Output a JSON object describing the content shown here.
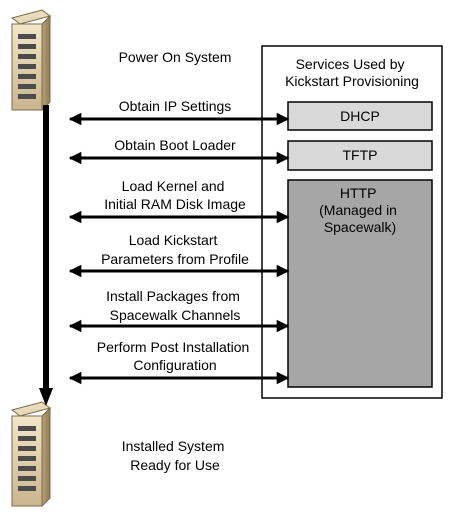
{
  "diagram": {
    "top_server_label": "Power On System",
    "bottom_server_label": [
      "Installed System",
      "Ready for Use"
    ],
    "services_box_title": [
      "Services Used by",
      "Kickstart Provisioning"
    ],
    "services": [
      {
        "name": [
          "DHCP"
        ],
        "fill": "#d9d9d9"
      },
      {
        "name": [
          "TFTP"
        ],
        "fill": "#d9d9d9"
      },
      {
        "name": [
          "HTTP",
          "(Managed in",
          "Spacewalk)"
        ],
        "fill": "#a6a6a6"
      }
    ],
    "steps": [
      {
        "label": [
          "Obtain IP Settings"
        ]
      },
      {
        "label": [
          "Obtain Boot Loader"
        ]
      },
      {
        "label": [
          "Load Kernel and",
          "Initial RAM Disk Image"
        ]
      },
      {
        "label": [
          "Load Kickstart",
          "Parameters from Profile"
        ]
      },
      {
        "label": [
          "Install Packages from",
          "Spacewalk Channels"
        ]
      },
      {
        "label": [
          "Perform Post Installation",
          "Configuration"
        ]
      }
    ],
    "icons": {
      "top_server": "server-icon",
      "bottom_server": "server-icon"
    },
    "colors": {
      "arrow": "#000000",
      "box_border": "#000000",
      "light_service": "#d9d9d9",
      "dark_service": "#a6a6a6"
    }
  }
}
